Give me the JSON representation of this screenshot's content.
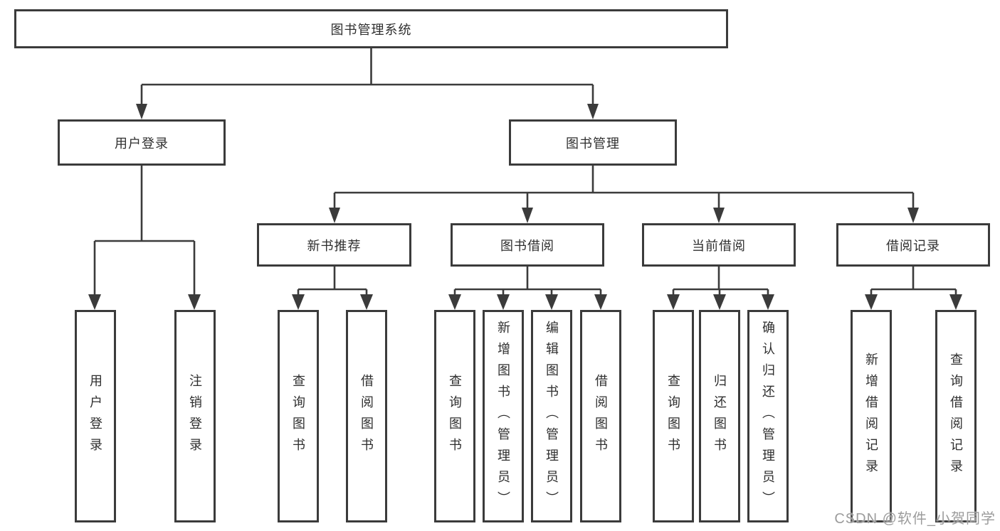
{
  "tree": {
    "root": "图书管理系统",
    "branches": [
      {
        "label": "用户登录",
        "children": [
          "用户登录",
          "注销登录"
        ]
      },
      {
        "label": "图书管理",
        "groups": [
          {
            "label": "新书推荐",
            "children": [
              "查询图书",
              "借阅图书"
            ]
          },
          {
            "label": "图书借阅",
            "children": [
              "查询图书",
              "新增图书（管理员）",
              "编辑图书（管理员）",
              "借阅图书"
            ]
          },
          {
            "label": "当前借阅",
            "children": [
              "查询图书",
              "归还图书",
              "确认归还（管理员）"
            ]
          },
          {
            "label": "借阅记录",
            "children": [
              "新增借阅记录",
              "查询借阅记录"
            ]
          }
        ]
      }
    ]
  },
  "watermark": "CSDN @软件_小贺同学",
  "colors": {
    "line": "#3b3b3b",
    "text": "#2f2f2f",
    "box_fill": "#ffffff",
    "watermark": "#9c9c9c"
  }
}
